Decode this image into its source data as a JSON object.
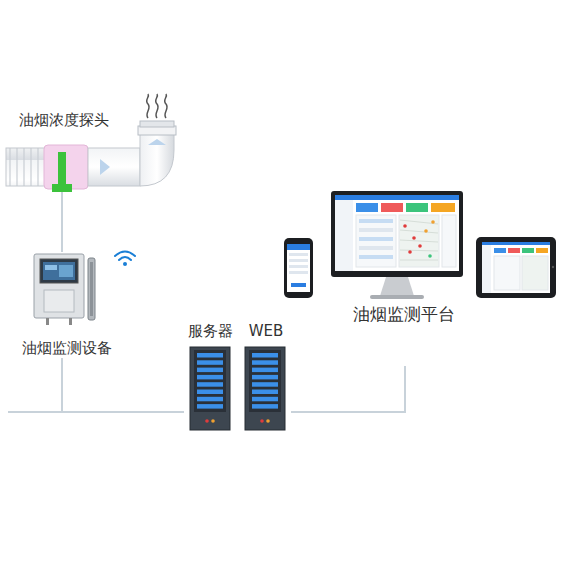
{
  "diagram": {
    "nodes": [
      {
        "text": [
          "油烟浓度探头"
        ]
      },
      {
        "text": [
          "油烟监测设备"
        ]
      },
      {
        "text": [
          "服务器"
        ]
      },
      {
        "text": [
          "WEB"
        ]
      },
      {
        "text": [
          "油烟监测平台"
        ]
      }
    ],
    "edges": [
      {
        "from": 1,
        "to": 2,
        "arrow": "none"
      },
      {
        "from": 3,
        "to": 4,
        "arrow": "none"
      }
    ]
  }
}
